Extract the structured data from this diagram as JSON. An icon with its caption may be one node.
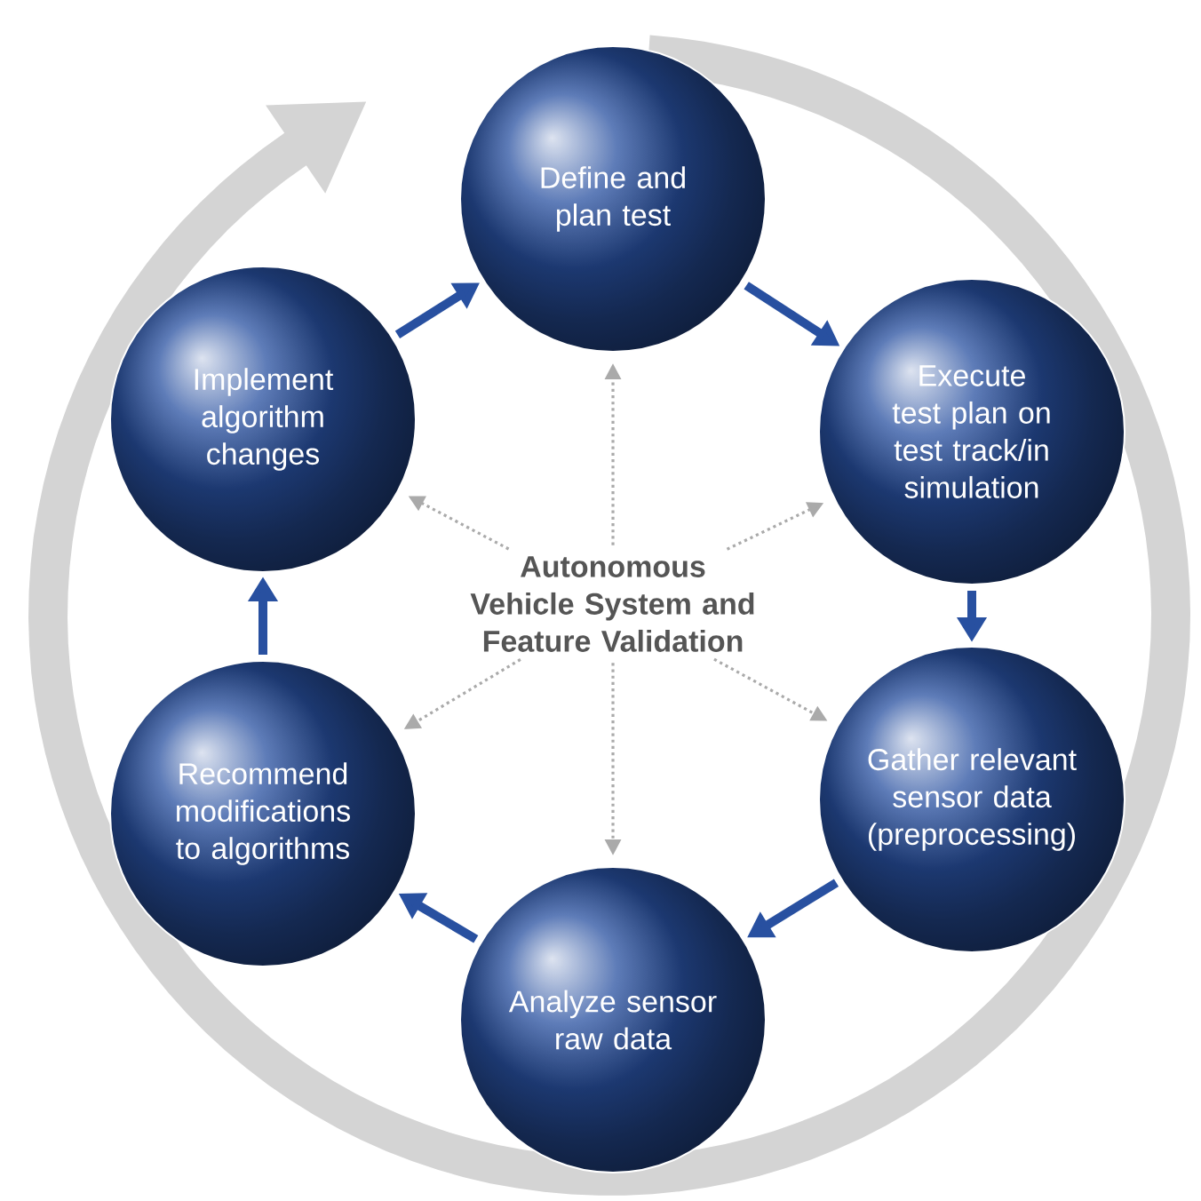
{
  "diagram": {
    "nodes": [
      {
        "text": [
          "Define and plan test"
        ]
      },
      {
        "text": [
          "Execute test plan on test track/in simulation"
        ]
      },
      {
        "text": [
          "Gather relevant sensor data (preprocessing)"
        ]
      },
      {
        "text": [
          "Analyze sensor raw data"
        ]
      },
      {
        "text": [
          "Recommend modifications to algorithms"
        ]
      },
      {
        "text": [
          "Implement algorithm changes"
        ]
      },
      {
        "text": [
          "Autonomous Vehicle System and Feature Validation"
        ]
      }
    ],
    "edges": [
      {
        "from": 0,
        "to": 1,
        "arrow": "to",
        "style": "thick"
      },
      {
        "from": 1,
        "to": 2,
        "arrow": "to",
        "style": "thick"
      },
      {
        "from": 2,
        "to": 3,
        "arrow": "to",
        "style": "thick"
      },
      {
        "from": 3,
        "to": 4,
        "arrow": "to",
        "style": "thick"
      },
      {
        "from": 4,
        "to": 5,
        "arrow": "to",
        "style": "thick"
      },
      {
        "from": 5,
        "to": 0,
        "arrow": "to",
        "style": "thick"
      },
      {
        "from": 6,
        "to": 0,
        "arrow": "to",
        "style": "dashed",
        "color": "#aaaaaa"
      },
      {
        "from": 6,
        "to": 1,
        "arrow": "to",
        "style": "dashed",
        "color": "#aaaaaa"
      },
      {
        "from": 6,
        "to": 2,
        "arrow": "to",
        "style": "dashed",
        "color": "#aaaaaa"
      },
      {
        "from": 6,
        "to": 3,
        "arrow": "to",
        "style": "dashed",
        "color": "#aaaaaa"
      },
      {
        "from": 6,
        "to": 4,
        "arrow": "to",
        "style": "dashed",
        "color": "#aaaaaa"
      },
      {
        "from": 6,
        "to": 5,
        "arrow": "to",
        "style": "dashed",
        "color": "#aaaaaa"
      }
    ]
  }
}
